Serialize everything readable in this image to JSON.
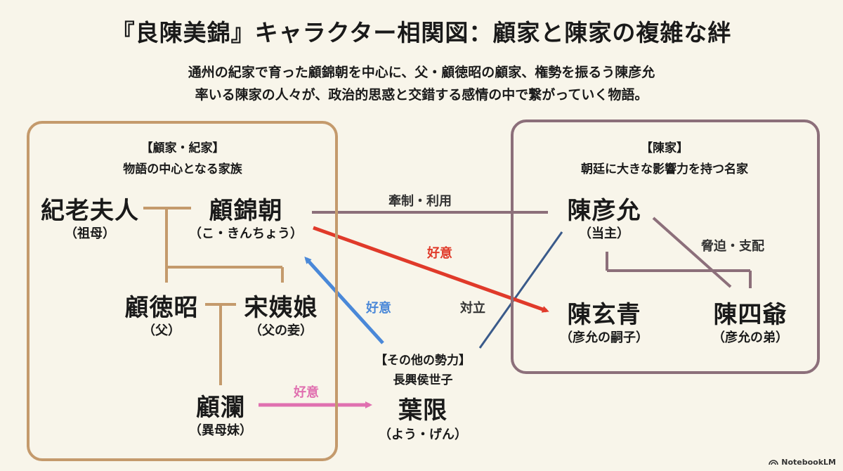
{
  "title": "『良陳美錦』キャラクター相関図：顧家と陳家の複雑な絆",
  "subtitle_line1": "通州の紀家で育った顧錦朝を中心に、父・顧徳昭の顧家、権勢を振るう陳彦允",
  "subtitle_line2": "率いる陳家の人々が、政治的思惑と交錯する感情の中で繋がっていく物語。",
  "groups": {
    "gu": {
      "heading": "【顧家・紀家】",
      "desc": "物語の中心となる家族",
      "color": "#c49a6c"
    },
    "chen": {
      "heading": "【陳家】",
      "desc": "朝廷に大きな影響力を持つ名家",
      "color": "#8c6f7a"
    },
    "other": {
      "heading": "【その他の勢力】",
      "desc": "長興侯世子"
    }
  },
  "people": {
    "ji_lao": {
      "name": "紀老夫人",
      "note": "（祖母）"
    },
    "gu_jinchao": {
      "name": "顧錦朝",
      "note": "（こ・きんちょう）"
    },
    "gu_dezhao": {
      "name": "顧徳昭",
      "note": "（父）"
    },
    "song_yiniang": {
      "name": "宋姨娘",
      "note": "（父の妾）"
    },
    "gu_lan": {
      "name": "顧瀾",
      "note": "（異母妹）"
    },
    "ye_xian": {
      "name": "葉限",
      "note": "（よう・げん）"
    },
    "chen_yanyun": {
      "name": "陳彦允",
      "note": "（当主）"
    },
    "chen_xuanqing": {
      "name": "陳玄青",
      "note": "（彦允の嗣子）"
    },
    "chen_siye": {
      "name": "陳四爺",
      "note": "（彦允の弟）"
    }
  },
  "relations": {
    "restraint": "牽制・利用",
    "love_red": "好意",
    "love_blue": "好意",
    "opposition": "対立",
    "threat": "脅迫・支配",
    "love_pink": "好意"
  },
  "colors": {
    "red": "#e03a2a",
    "blue": "#4a88d8",
    "pink": "#e070b0",
    "navy": "#3a5a8a",
    "mauve": "#8c6f7a",
    "tan": "#c49a6c"
  },
  "brand": "NotebookLM"
}
